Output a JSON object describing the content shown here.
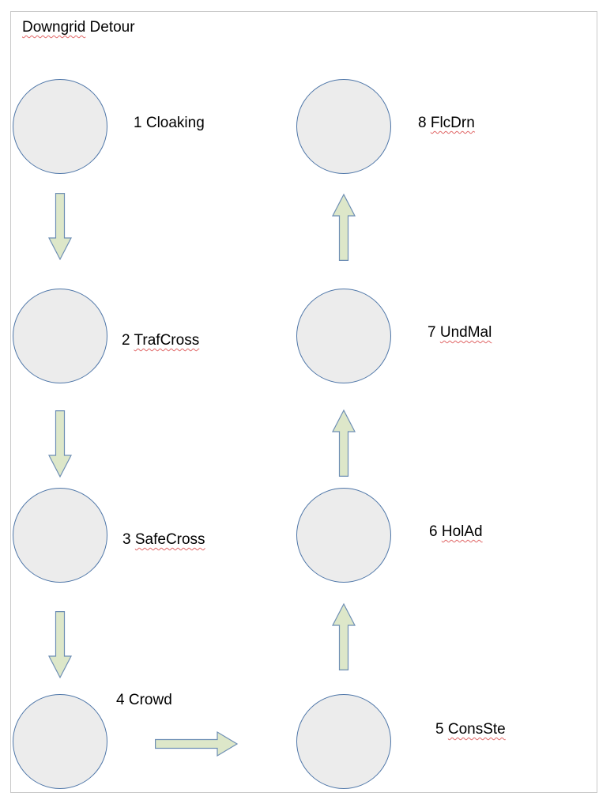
{
  "title": {
    "first": "Downgrid",
    "second": "Detour",
    "first_misspelled": true
  },
  "diagram": {
    "type": "flowchart",
    "nodes": [
      {
        "number": "1",
        "name": "Cloaking",
        "misspelled": false
      },
      {
        "number": "2",
        "name": "TrafCross",
        "misspelled": true
      },
      {
        "number": "3",
        "name": "SafeCross",
        "misspelled": true
      },
      {
        "number": "4",
        "name": "Crowd",
        "misspelled": false
      },
      {
        "number": "5",
        "name": "ConsSte",
        "misspelled": true
      },
      {
        "number": "6",
        "name": "HolAd",
        "misspelled": true
      },
      {
        "number": "7",
        "name": "UndMal",
        "misspelled": true
      },
      {
        "number": "8",
        "name": "FlcDrn",
        "misspelled": true
      }
    ],
    "connections": [
      {
        "from": "1",
        "to": "2",
        "direction": "down"
      },
      {
        "from": "2",
        "to": "3",
        "direction": "down"
      },
      {
        "from": "3",
        "to": "4",
        "direction": "down"
      },
      {
        "from": "4",
        "to": "5",
        "direction": "right"
      },
      {
        "from": "5",
        "to": "6",
        "direction": "up"
      },
      {
        "from": "6",
        "to": "7",
        "direction": "up"
      },
      {
        "from": "7",
        "to": "8",
        "direction": "up"
      }
    ]
  },
  "colors": {
    "node_fill": "#ececec",
    "node_stroke": "#4e76a8",
    "arrow_fill": "#dde7c9",
    "arrow_stroke": "#6d8eb4",
    "squiggle": "#e06666",
    "page_border": "#c8c8c8",
    "text": "#000000"
  }
}
